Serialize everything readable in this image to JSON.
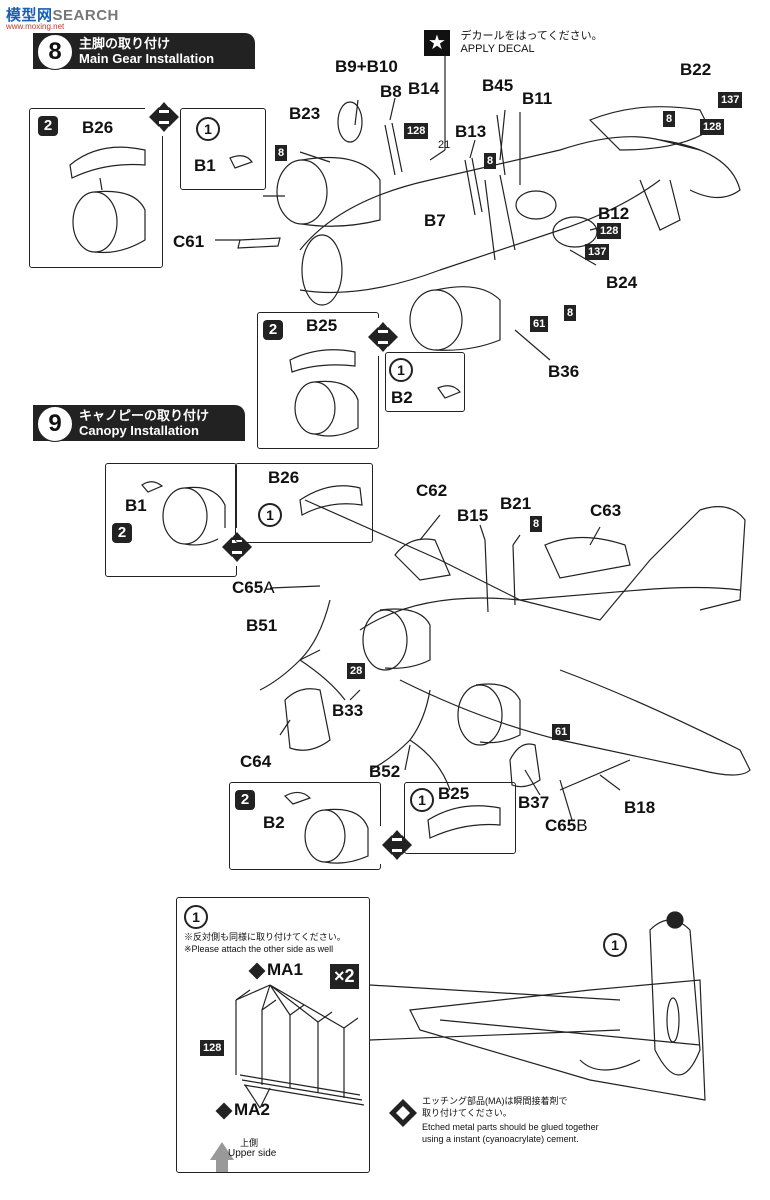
{
  "watermark": {
    "part1": "模型网",
    "part2": "SEARCH",
    "sub": "www.moxing.net"
  },
  "decal_note": {
    "icon": "star-icon",
    "jp": "デカールをはってください。",
    "en": "APPLY DECAL"
  },
  "step8": {
    "number": "8",
    "title_jp": "主脚の取り付け",
    "title_en": "Main Gear Installation",
    "labels": {
      "B9B10": "B9+B10",
      "B8": "B8",
      "B14": "B14",
      "B23": "B23",
      "B45": "B45",
      "B11": "B11",
      "B22": "B22",
      "B13": "B13",
      "B12": "B12",
      "B7": "B7",
      "B24": "B24",
      "B36": "B36",
      "B26": "B26",
      "B1": "B1",
      "C61": "C61",
      "B25": "B25",
      "B2": "B2",
      "n21": "21"
    },
    "badges": {
      "c137a": "137",
      "c128a": "128",
      "c8a": "8",
      "c128b": "128",
      "c8b": "8",
      "c8c": "8",
      "c128c": "128",
      "c137b": "137",
      "c8d": "8",
      "c61": "61"
    },
    "panel_nums": {
      "p2a": "2",
      "p1a": "1",
      "p2b": "2",
      "p1b": "1"
    }
  },
  "step9": {
    "number": "9",
    "title_jp": "キャノピーの取り付け",
    "title_en": "Canopy Installation",
    "labels": {
      "B26": "B26",
      "B1": "B1",
      "C62": "C62",
      "B15": "B15",
      "B21": "B21",
      "C63": "C63",
      "C65A_main": "C65",
      "C65A_sub": "A",
      "B51": "B51",
      "B33": "B33",
      "C64": "C64",
      "B52": "B52",
      "B37": "B37",
      "B18": "B18",
      "C65B_main": "C65",
      "C65B_sub": "B",
      "B2": "B2",
      "B25": "B25"
    },
    "badges": {
      "c8": "8",
      "c28": "28",
      "c61": "61"
    },
    "panel_nums": {
      "p2a": "2",
      "p1a": "1",
      "p2b": "2",
      "p1b": "1"
    }
  },
  "detail": {
    "num": "1",
    "note_jp": "※反対側も同様に取り付けてください。",
    "note_en": "※Please attach the other side as well",
    "MA1": "MA1",
    "times": "×2",
    "MA2": "MA2",
    "c128": "128",
    "upper_jp": "上側",
    "upper_en": "Upper side",
    "side_num": "1",
    "etch_jp1": "エッチング部品(MA)は瞬間接着剤で",
    "etch_jp2": "取り付けてください。",
    "etch_en1": "Etched metal parts should be glued together",
    "etch_en2": "using a instant (cyanoacrylate) cement."
  }
}
